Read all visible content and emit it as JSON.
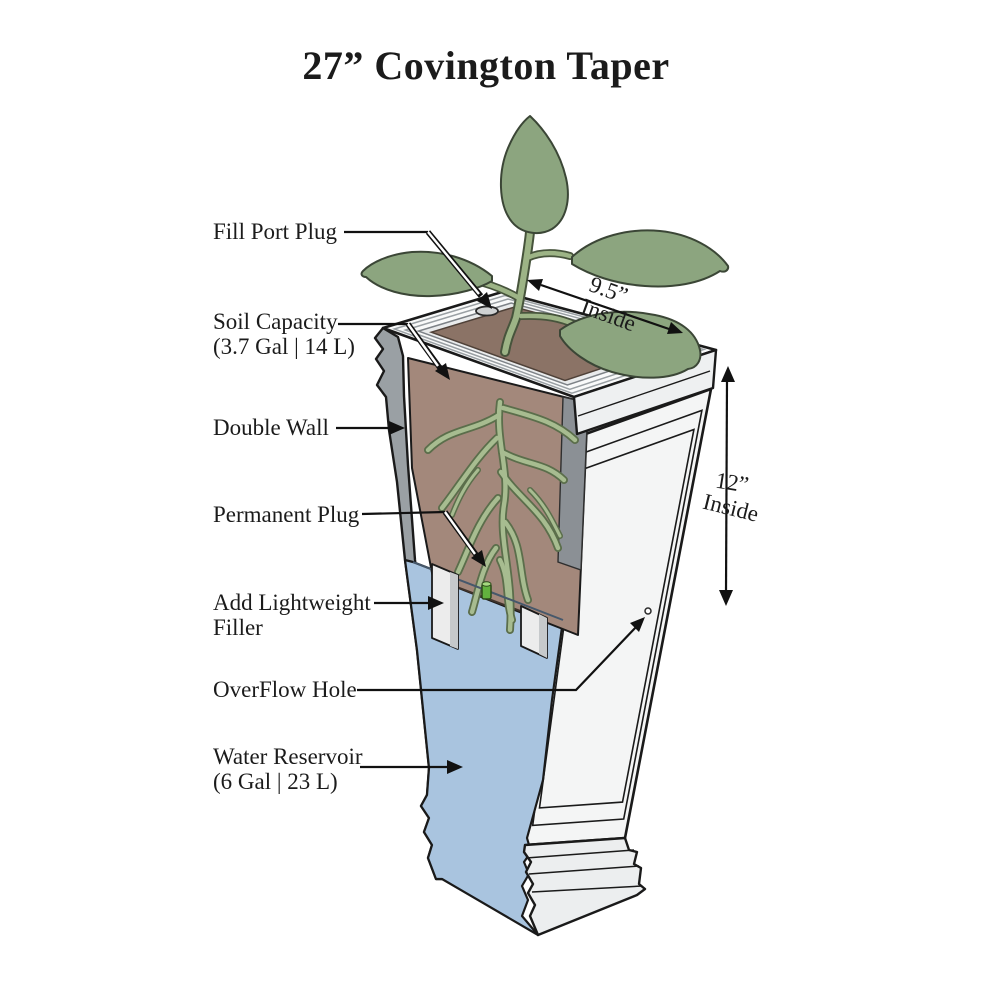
{
  "title": "27” Covington Taper",
  "annotations": {
    "fill_port_plug": {
      "label": "Fill Port Plug"
    },
    "soil_capacity": {
      "label": "Soil Capacity",
      "detail": "(3.7 Gal | 14 L)"
    },
    "double_wall": {
      "label": "Double Wall"
    },
    "permanent_plug": {
      "label": "Permanent Plug"
    },
    "add_lightweight_filler": {
      "label": "Add Lightweight",
      "detail": "Filler"
    },
    "overflow_hole": {
      "label": "OverFlow Hole"
    },
    "water_reservoir": {
      "label": "Water Reservoir",
      "detail": "(6 Gal | 23 L)"
    }
  },
  "dimensions": {
    "inside_width": {
      "value": "9.5”",
      "unit": "Inside"
    },
    "inside_height": {
      "value": "12”",
      "unit": "Inside"
    }
  },
  "colors": {
    "leaf_green": "#8ca57f",
    "root_green": "#a7bc90",
    "soil_cut_brown": "#a3887b",
    "soil_surface_brown": "#8b7366",
    "water_blue": "#a9c4df",
    "body_white": "#f4f5f5",
    "wall_gray": "#9aa0a4",
    "permanent_plug_green": "#62b23e",
    "outline_black": "#1a1a1a"
  }
}
